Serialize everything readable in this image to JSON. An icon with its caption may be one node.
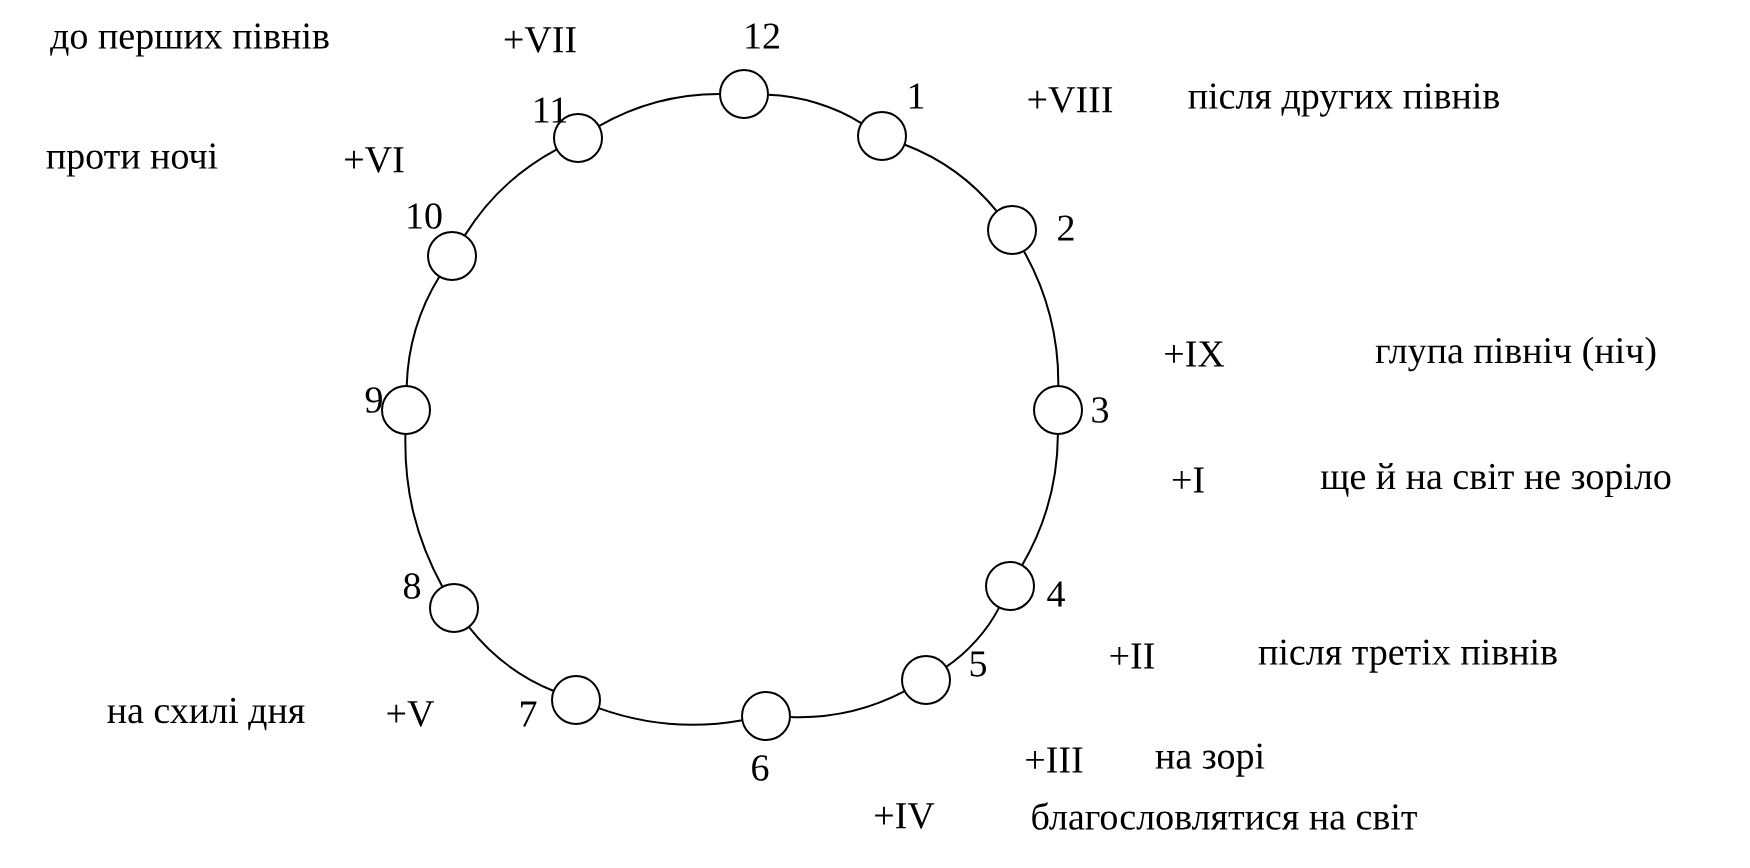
{
  "diagram": {
    "nodes": [
      {
        "text": [],
        "shape": "circle",
        "beside": [
          "12"
        ]
      },
      {
        "text": [],
        "shape": "circle",
        "beside": [
          "1"
        ]
      },
      {
        "text": [],
        "shape": "circle",
        "beside": [
          "2"
        ]
      },
      {
        "text": [],
        "shape": "circle",
        "beside": [
          "3"
        ]
      },
      {
        "text": [],
        "shape": "circle",
        "beside": [
          "4"
        ]
      },
      {
        "text": [],
        "shape": "circle",
        "beside": [
          "5"
        ]
      },
      {
        "text": [],
        "shape": "circle",
        "beside": [
          "6"
        ]
      },
      {
        "text": [],
        "shape": "circle",
        "beside": [
          "7"
        ]
      },
      {
        "text": [],
        "shape": "circle",
        "beside": [
          "8"
        ]
      },
      {
        "text": [],
        "shape": "circle",
        "beside": [
          "9"
        ]
      },
      {
        "text": [],
        "shape": "circle",
        "beside": [
          "10"
        ]
      },
      {
        "text": [],
        "shape": "circle",
        "beside": [
          "11"
        ]
      }
    ],
    "edges": [
      {
        "from": 0,
        "to": 1,
        "arrow": "none"
      },
      {
        "from": 1,
        "to": 2,
        "arrow": "none"
      },
      {
        "from": 2,
        "to": 3,
        "arrow": "none"
      },
      {
        "from": 3,
        "to": 4,
        "arrow": "none"
      },
      {
        "from": 4,
        "to": 5,
        "arrow": "none"
      },
      {
        "from": 5,
        "to": 6,
        "arrow": "none"
      },
      {
        "from": 6,
        "to": 7,
        "arrow": "none"
      },
      {
        "from": 7,
        "to": 8,
        "arrow": "none"
      },
      {
        "from": 8,
        "to": 9,
        "arrow": "none"
      },
      {
        "from": 9,
        "to": 10,
        "arrow": "none"
      },
      {
        "from": 10,
        "to": 11,
        "arrow": "none"
      },
      {
        "from": 11,
        "to": 0,
        "arrow": "none"
      }
    ],
    "labels": [
      "до перших півнів",
      "+VII",
      "+VIII",
      "після других півнів",
      "проти ночі",
      "+VI",
      "+IX",
      "глупа північ (ніч)",
      "+I",
      "ще й на світ не зоріло",
      "+II",
      "після третіх півнів",
      "на схилі дня",
      "+V",
      "+III",
      "на зорі",
      "+IV",
      "благословлятися на світ"
    ]
  }
}
